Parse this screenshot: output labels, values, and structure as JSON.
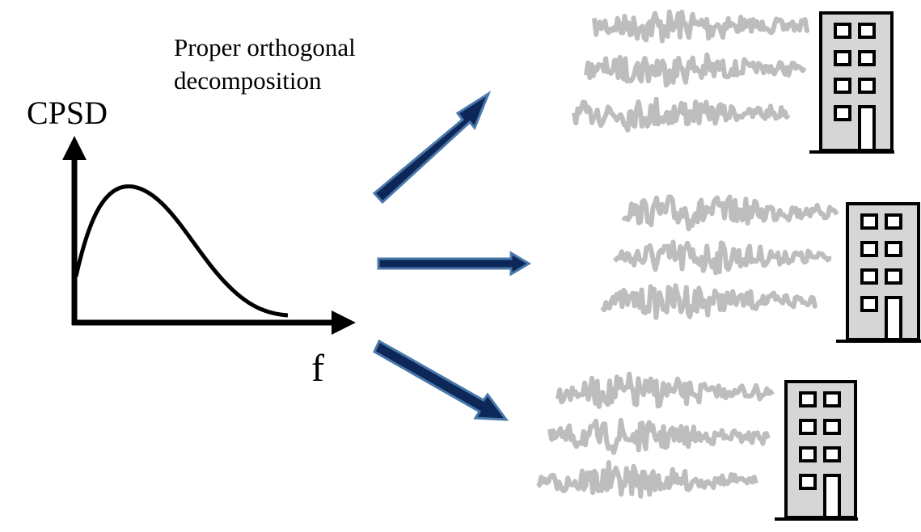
{
  "caption_line1": "Proper orthogonal",
  "caption_line2": "decomposition",
  "y_axis_label": "CPSD",
  "x_axis_label": "f",
  "colors": {
    "axis": "#000000",
    "curve": "#000000",
    "arrow_fill": "#0d2759",
    "arrow_outline": "#4a78aa",
    "signal": "#bdbdbd",
    "building_fill": "#d6d6d6",
    "building_outline": "#000000"
  },
  "icons": [
    "building-icon",
    "time-history-icon",
    "arrow-icon"
  ]
}
